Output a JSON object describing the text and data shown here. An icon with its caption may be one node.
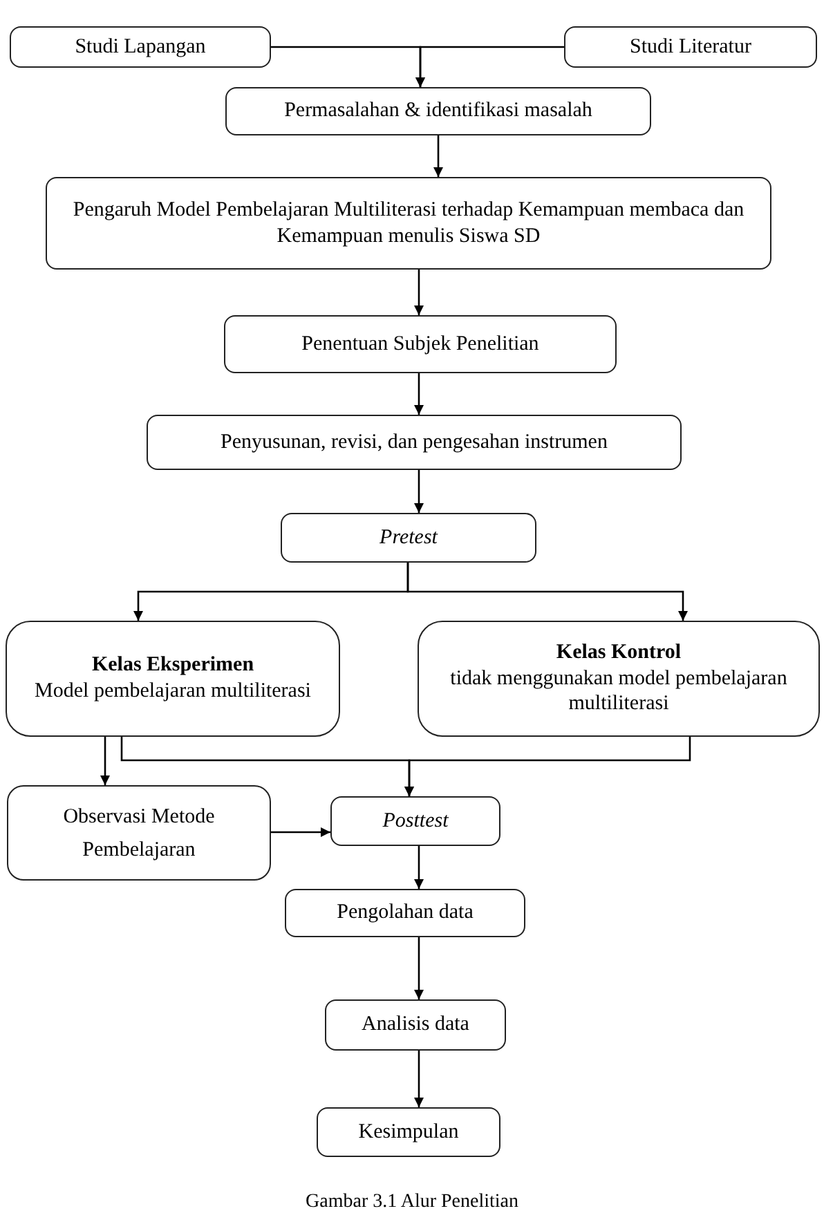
{
  "diagram": {
    "caption": "Gambar 3.1 Alur Penelitian",
    "nodes": [
      {
        "text": [
          "Studi Lapangan"
        ]
      },
      {
        "text": [
          "Studi Literatur"
        ]
      },
      {
        "text": [
          "Permasalahan & identifikasi masalah"
        ]
      },
      {
        "text": [
          "Pengaruh Model Pembelajaran Multiliterasi terhadap Kemampuan membaca dan Kemampuan menulis Siswa SD"
        ]
      },
      {
        "text": [
          "Penentuan Subjek Penelitian"
        ]
      },
      {
        "text": [
          "Penyusunan, revisi, dan pengesahan instrumen"
        ]
      },
      {
        "text": [
          "Pretest"
        ]
      },
      {
        "text": [
          "Kelas Eksperimen",
          "Model pembelajaran multiliterasi"
        ]
      },
      {
        "text": [
          "Kelas Kontrol",
          "tidak menggunakan model pembelajaran multiliterasi"
        ]
      },
      {
        "text": [
          "Observasi Metode Pembelajaran"
        ]
      },
      {
        "text": [
          "Posttest"
        ]
      },
      {
        "text": [
          "Pengolahan data"
        ]
      },
      {
        "text": [
          "Analisis data"
        ]
      },
      {
        "text": [
          "Kesimpulan"
        ]
      }
    ],
    "edges": [
      {
        "from": 0,
        "to": 2,
        "arrow": "to"
      },
      {
        "from": 1,
        "to": 2,
        "arrow": "to"
      },
      {
        "from": 2,
        "to": 3,
        "arrow": "to"
      },
      {
        "from": 3,
        "to": 4,
        "arrow": "to"
      },
      {
        "from": 4,
        "to": 5,
        "arrow": "to"
      },
      {
        "from": 5,
        "to": 6,
        "arrow": "to"
      },
      {
        "from": 6,
        "to": 7,
        "arrow": "to"
      },
      {
        "from": 6,
        "to": 8,
        "arrow": "to"
      },
      {
        "from": 7,
        "to": 9,
        "arrow": "to"
      },
      {
        "from": 7,
        "to": 10,
        "arrow": "to"
      },
      {
        "from": 8,
        "to": 10,
        "arrow": "to"
      },
      {
        "from": 9,
        "to": 10,
        "arrow": "to"
      },
      {
        "from": 10,
        "to": 11,
        "arrow": "to"
      },
      {
        "from": 11,
        "to": 12,
        "arrow": "to"
      },
      {
        "from": 12,
        "to": 13,
        "arrow": "to"
      }
    ]
  }
}
